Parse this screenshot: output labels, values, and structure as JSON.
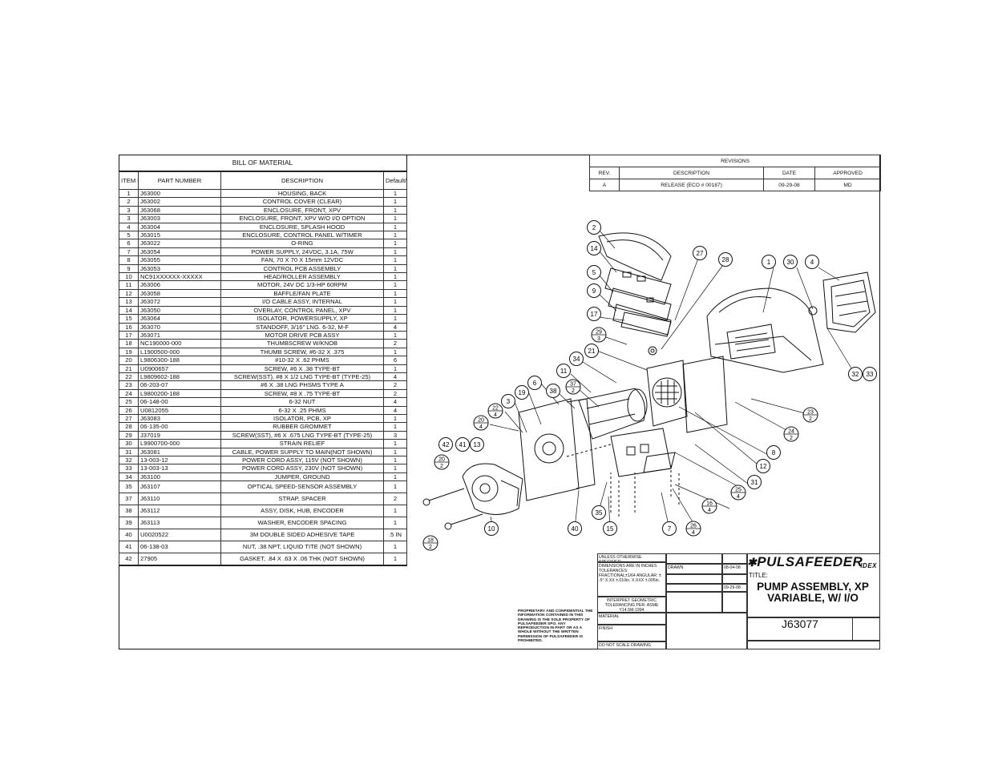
{
  "bom": {
    "title": "BILL OF MATERIAL",
    "headers": {
      "item": "ITEM NO.",
      "part": "PART NUMBER",
      "desc": "DESCRIPTION",
      "qty": "Default/QTY."
    },
    "rows": [
      [
        "1",
        "J63000",
        "HOUSING, BACK",
        "1"
      ],
      [
        "2",
        "J63002",
        "CONTROL COVER (CLEAR)",
        "1"
      ],
      [
        "3",
        "J63068",
        "ENCLOSURE, FRONT, XPV",
        "1"
      ],
      [
        "3",
        "J63003",
        "ENCLOSURE, FRONT, XPV W/O I/O OPTION",
        "1"
      ],
      [
        "4",
        "J63004",
        "ENCLOSURE, SPLASH HOOD",
        "1"
      ],
      [
        "5",
        "J63015",
        "ENCLOSURE, CONTROL PANEL W/TIMER",
        "1"
      ],
      [
        "6",
        "J63022",
        "O-RING",
        "1"
      ],
      [
        "7",
        "J63054",
        "POWER SUPPLY, 24VDC, 3.1A, 75W",
        "1"
      ],
      [
        "8",
        "J63055",
        "FAN, 70 X 70 X 15mm 12VDC",
        "1"
      ],
      [
        "9",
        "J63053",
        "CONTROL PCB ASSEMBLY",
        "1"
      ],
      [
        "10",
        "NC91XXXXXX-XXXXX",
        "HEAD/ROLLER ASSEMBLY",
        "1"
      ],
      [
        "11",
        "J63006",
        "MOTOR, 24V DC 1/3-HP 60RPM",
        "1"
      ],
      [
        "12",
        "J63058",
        "BAFFLE/FAN PLATE",
        "1"
      ],
      [
        "13",
        "J63072",
        "I/O CABLE ASSY, INTERNAL",
        "1"
      ],
      [
        "14",
        "J63050",
        "OVERLAY, CONTROL PANEL, XPV",
        "1"
      ],
      [
        "15",
        "J63064",
        "ISOLATOR, POWERSUPPLY, XP",
        "1"
      ],
      [
        "16",
        "J63070",
        "STANDOFF, 3/16\" LNG. 6-32, M-F",
        "4"
      ],
      [
        "17",
        "J63071",
        "MOTOR DRIVE PCB ASSY",
        "1"
      ],
      [
        "18",
        "NC190000-000",
        "THUMBSCREW W/KNOB",
        "2"
      ],
      [
        "19",
        "L1900500-000",
        "THUMB SCREW, #6-32 X .375",
        "1"
      ],
      [
        "20",
        "L9806300-188",
        "#10-32 X .62 PHMS",
        "6"
      ],
      [
        "21",
        "U0900657",
        "SCREW, #6 X .38 TYPE-BT",
        "1"
      ],
      [
        "22",
        "L9809602-188",
        "SCREW(SST), #8 X 1/2 LNG TYPE-BT (TYPE-25)",
        "4"
      ],
      [
        "23",
        "06-203-07",
        "#6 X .38 LNG PHSMS TYPE A",
        "2"
      ],
      [
        "24",
        "L9800200-188",
        "SCREW, #8 X .75 TYPE-BT",
        "2"
      ],
      [
        "25",
        "06-148-00",
        "6-32 NUT",
        "4"
      ],
      [
        "26",
        "U0812055",
        "6-32 X .25 PHMS",
        "4"
      ],
      [
        "27",
        "J63083",
        "ISOLATOR, PCB, XP",
        "1"
      ],
      [
        "28",
        "06-135-00",
        "RUBBER GROMMET",
        "1"
      ],
      [
        "29",
        "J37019",
        "SCREW(SST), #6 X .675 LNG TYPE-BT (TYPE-25)",
        "3"
      ],
      [
        "30",
        "L9900700-000",
        "STRAIN RELIEF",
        "1"
      ],
      [
        "31",
        "J63081",
        "CABLE, POWER SUPPLY TO MAIN(NOT SHOWN)",
        "1"
      ],
      [
        "32",
        "13-003-12",
        "POWER CORD ASSY, 115V (NOT SHOWN)",
        "1"
      ],
      [
        "33",
        "13-003-13",
        "POWER CORD ASSY, 230V (NOT SHOWN)",
        "1"
      ],
      [
        "34",
        "J63100",
        "JUMPER, GROUND",
        "1"
      ],
      [
        "35",
        "J63107",
        "OPTICAL SPEED-SENSOR ASSEMBLY",
        "1"
      ],
      [
        "37",
        "J63110",
        "STRAP, SPACER",
        "2"
      ],
      [
        "38",
        "J63112",
        "ASSY, DISK, HUB, ENCODER",
        "1"
      ],
      [
        "39",
        "J63113",
        "WASHER, ENCODER SPACING",
        "1"
      ],
      [
        "40",
        "U0020522",
        "3M DOUBLE SIDED ADHESIVE TAPE",
        ".5 IN"
      ],
      [
        "41",
        "06-138-03",
        "NUT, .38 NPT, LIQUID TITE (NOT SHOWN)",
        "1"
      ],
      [
        "42",
        "27905",
        "GASKET, .84 X .63 X .06 THK (NOT SHOWN)",
        "1"
      ]
    ]
  },
  "revisions": {
    "title": "REVISIONS",
    "headers": [
      "REV.",
      "DESCRIPTION",
      "DATE",
      "APPROVED"
    ],
    "row": [
      "A",
      "RELEASE (ECO # 00187)",
      "09-29-08",
      "MD"
    ]
  },
  "balloons": [
    {
      "n": "2"
    },
    {
      "n": "14"
    },
    {
      "n": "5"
    },
    {
      "n": "9"
    },
    {
      "n": "17"
    },
    {
      "n": "29",
      "q": "3"
    },
    {
      "n": "27"
    },
    {
      "n": "28"
    },
    {
      "n": "1"
    },
    {
      "n": "30"
    },
    {
      "n": "4"
    },
    {
      "n": "32"
    },
    {
      "n": "33"
    },
    {
      "n": "21"
    },
    {
      "n": "34"
    },
    {
      "n": "11"
    },
    {
      "n": "6"
    },
    {
      "n": "38"
    },
    {
      "n": "37",
      "q": "2"
    },
    {
      "n": "19"
    },
    {
      "n": "3"
    },
    {
      "n": "22",
      "q": "4"
    },
    {
      "n": "20",
      "q": "4"
    },
    {
      "n": "42"
    },
    {
      "n": "41"
    },
    {
      "n": "13"
    },
    {
      "n": "20",
      "q": "2"
    },
    {
      "n": "18",
      "q": "2"
    },
    {
      "n": "10"
    },
    {
      "n": "40"
    },
    {
      "n": "35"
    },
    {
      "n": "15"
    },
    {
      "n": "7"
    },
    {
      "n": "26",
      "q": "4"
    },
    {
      "n": "16",
      "q": "4"
    },
    {
      "n": "25",
      "q": "4"
    },
    {
      "n": "31"
    },
    {
      "n": "12"
    },
    {
      "n": "8"
    },
    {
      "n": "24",
      "q": "2"
    },
    {
      "n": "23",
      "q": "2"
    }
  ],
  "titleblock": {
    "unless": "UNLESS OTHERWISE SPECIFIED:",
    "dims": "DIMENSIONS ARE IN INCHES TOLERANCES: FRACTIONAL±1/64 ANGULAR: ± .5° X.XX ±.010in. X.XXX ±.005in.",
    "interpret": "INTERPRET GEOMETRIC TOLERANCING PER: ASME Y14.5M-1994",
    "material": "MATERIAL",
    "finish": "FINISH",
    "do_not_scale": "DO NOT SCALE DRAWING",
    "drawn": "DRAWN",
    "date1": "08-04-08",
    "date2": "09-29-08",
    "proprietary": "PROPRIETARY AND CONFIDENTIAL THE INFORMATION CONTAINED IN THIS DRAWING IS THE SOLE PROPERTY OF PULSAFEEDER SPO. ANY REPRODUCTION IN PART OR AS A WHOLE WITHOUT THE WRITTEN PERMISSION OF PULSAFEEDER IS PROHIBITED.",
    "logo": "PULSAFEEDER",
    "logo_sub": "IDEX",
    "title_label": "TITLE:",
    "title": "PUMP ASSEMBLY, XP VARIABLE, W/ I/O",
    "dwg_no": "J63077"
  }
}
